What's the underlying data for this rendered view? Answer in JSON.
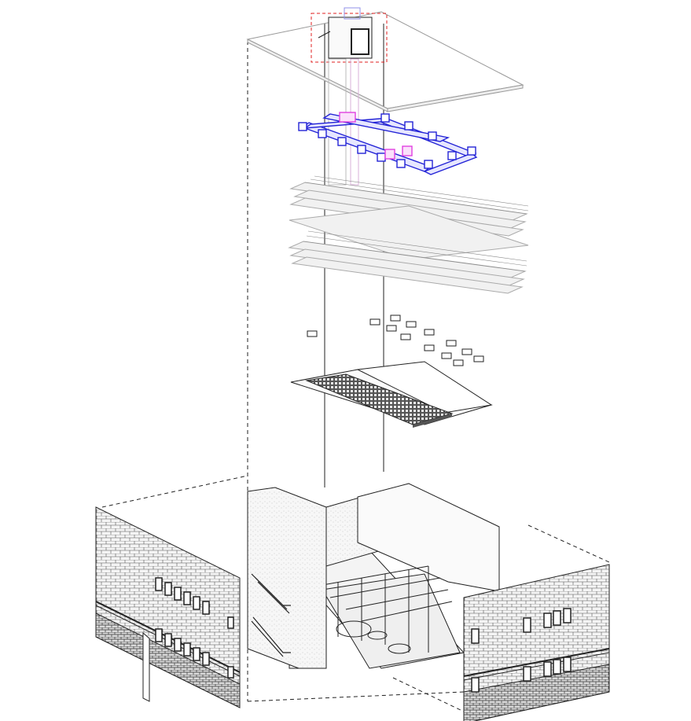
{
  "figure": {
    "kind": "exploded axonometric building diagram",
    "has_text": false
  },
  "colors": {
    "background": "#ffffff",
    "linework": "#222222",
    "light_linework": "#9a9a9a",
    "mechanical_ductwork": "#2323d6",
    "mechanical_highlight": "#e040e0",
    "equipment_outline": "#e02020",
    "brick_fill": "#f2f2f2",
    "floor_grid": "#333333"
  },
  "layers": [
    {
      "id": "roof-plane",
      "icon": "roof-slab"
    },
    {
      "id": "rooftop-equipment",
      "icon": "rooftop-unit"
    },
    {
      "id": "duct-network",
      "icon": "ductwork"
    },
    {
      "id": "ceiling-baffles",
      "icon": "acoustic-baffles"
    },
    {
      "id": "light-fixtures",
      "icon": "light-fixture"
    },
    {
      "id": "ceiling-tiles-and-grid",
      "icon": "ceiling-grid"
    },
    {
      "id": "interior-rooms",
      "icon": "interior-fitout"
    },
    {
      "id": "stairs",
      "icon": "stair"
    },
    {
      "id": "left-exterior-wall",
      "icon": "brick-facade"
    },
    {
      "id": "right-exterior-wall",
      "icon": "brick-facade"
    }
  ]
}
